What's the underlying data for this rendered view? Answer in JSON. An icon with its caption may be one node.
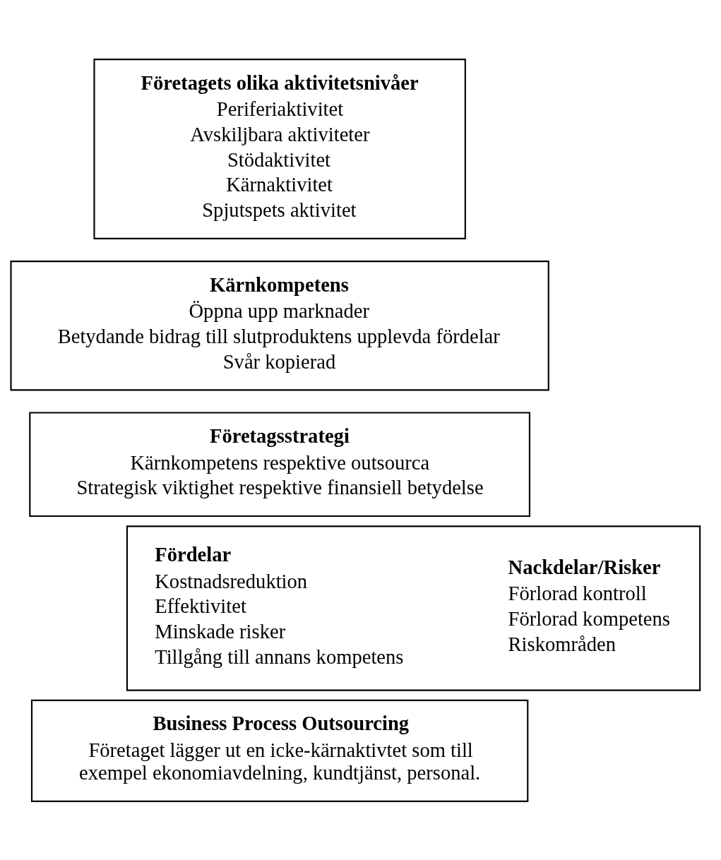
{
  "diagram": {
    "nodes": [
      {
        "text": [
          "Företagets olika aktivitetsnivåer",
          "Periferiaktivitet",
          "Avskiljbara aktiviteter",
          "Stödaktivitet",
          "Kärnaktivitet",
          "Spjutspets aktivitet"
        ]
      },
      {
        "text": [
          "Kärnkompetens",
          "Öppna upp marknader",
          "Betydande bidrag till slutproduktens upplevda fördelar",
          "Svår kopierad"
        ]
      },
      {
        "text": [
          "Företagsstrategi",
          "Kärnkompetens respektive outsourca",
          "Strategisk viktighet respektive finansiell betydelse"
        ]
      },
      {
        "text": [],
        "shape": "box"
      },
      {
        "text": [
          "Fördelar",
          "Kostnadsreduktion",
          "Effektivitet",
          "Minskade risker",
          "Tillgång till annans kompetens"
        ],
        "in": 3
      },
      {
        "text": [
          "Nackdelar/Risker",
          "Förlorad kontroll",
          "Förlorad kompetens",
          "Riskområden"
        ],
        "in": 3
      },
      {
        "text": [
          "Business Process Outsourcing",
          "Företaget lägger ut en icke-kärnaktivtet som till exempel ekonomiavdelning, kundtjänst, personal."
        ]
      }
    ],
    "edges": []
  }
}
